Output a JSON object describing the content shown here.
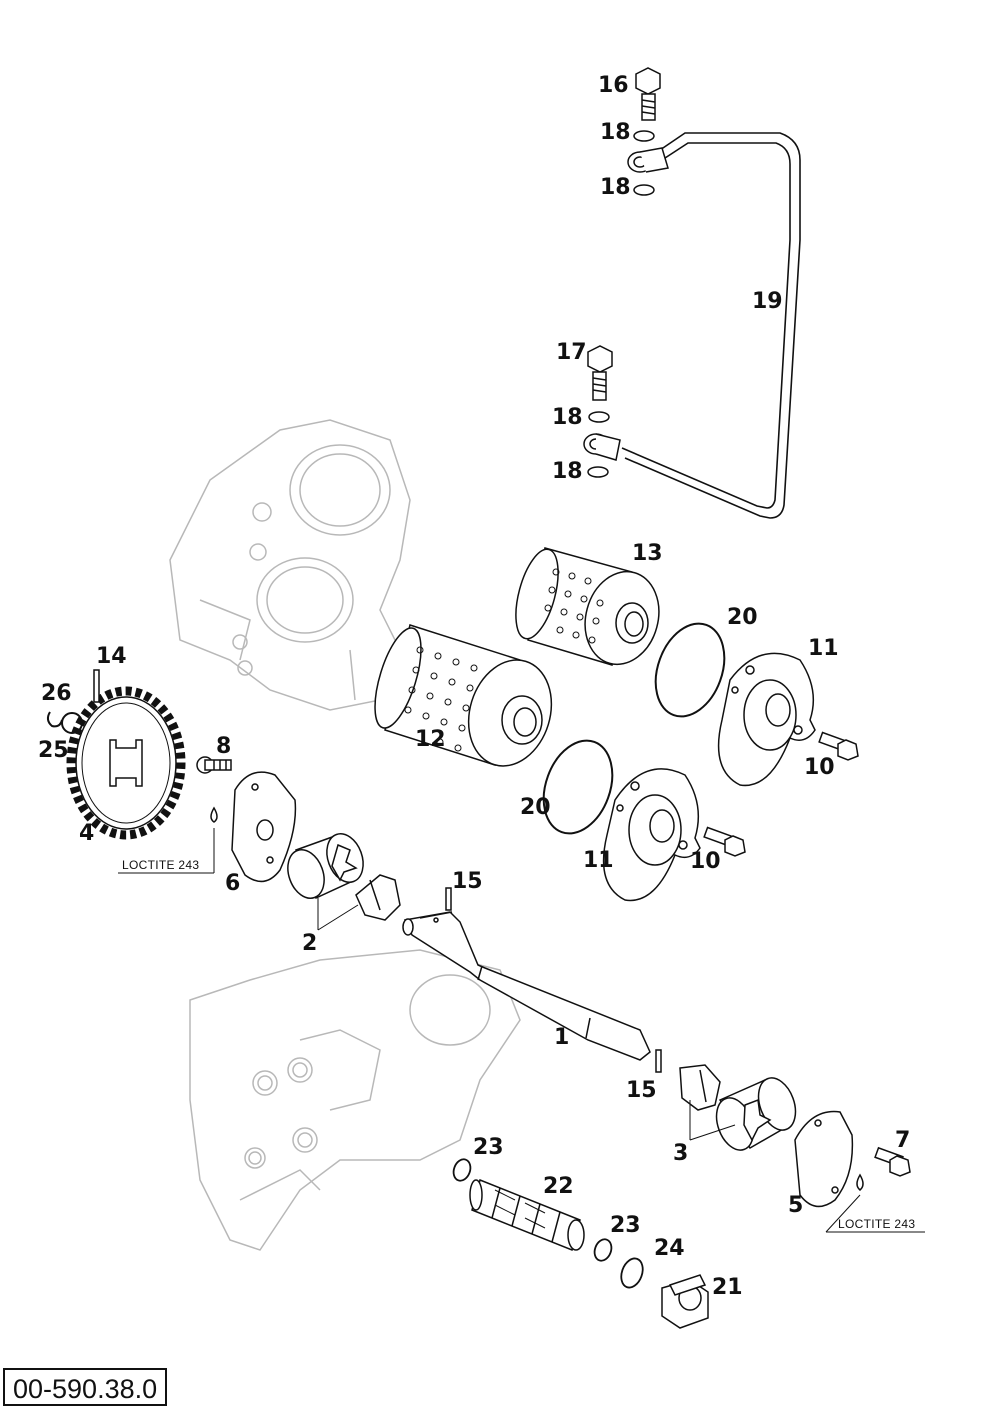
{
  "callouts": {
    "p1": "1",
    "p2": "2",
    "p3": "3",
    "p4": "4",
    "p5": "5",
    "p6": "6",
    "p7": "7",
    "p8": "8",
    "p10": "10",
    "p11": "11",
    "p12": "12",
    "p13": "13",
    "p14": "14",
    "p15": "15",
    "p16": "16",
    "p17": "17",
    "p18": "18",
    "p19": "19",
    "p20": "20",
    "p21": "21",
    "p22": "22",
    "p23": "23",
    "p24": "24",
    "p25": "25",
    "p26": "26"
  },
  "notes": {
    "loctite": "LOCTITE 243"
  },
  "drawing_number": "00-590.38.0",
  "colors": {
    "line": "#111111",
    "ghost": "#b8b8b8",
    "background": "#ffffff"
  }
}
